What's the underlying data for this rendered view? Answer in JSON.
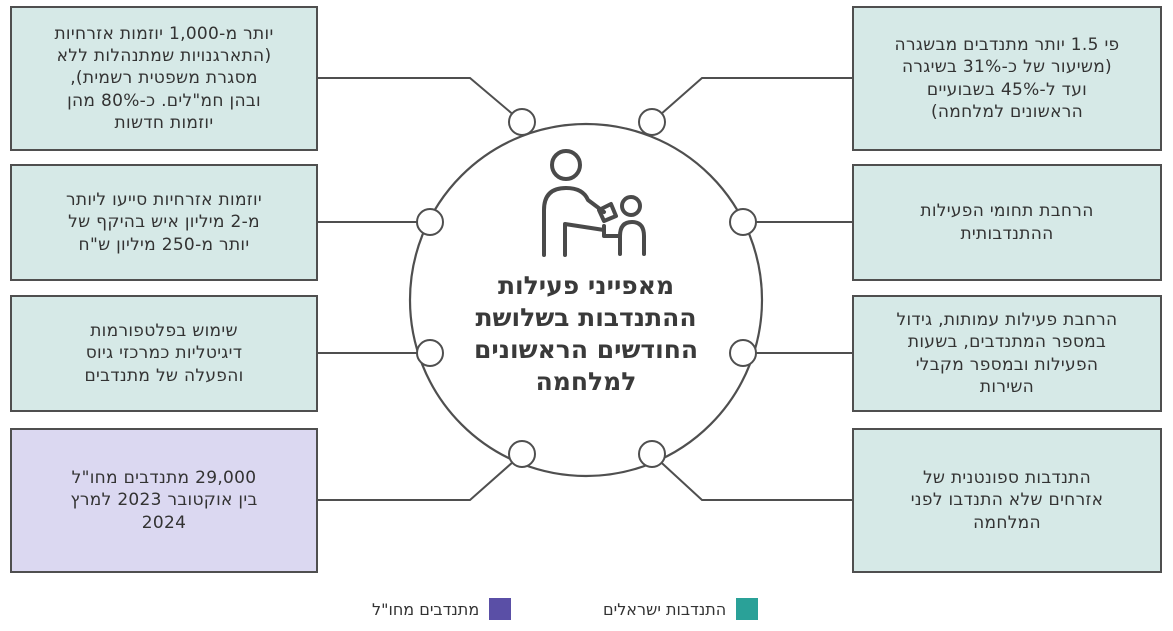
{
  "colors": {
    "israeli": "#2aa198",
    "abroad": "#5a4fa6",
    "israeli_box": "#d6e9e7",
    "abroad_box": "#dbd8f1",
    "line": "#4f4f4f"
  },
  "center": {
    "icon": "adult-helping-child-icon",
    "title": "מאפייני פעילות\nההתנדבות בשלושת\nהחודשים הראשונים\nלמלחמה"
  },
  "boxes": {
    "left": [
      {
        "text": "יותר מ-1,000 יוזמות אזרחיות\n(התארגנויות שמתנהלות ללא\nמסגרת משפטית רשמית),\nובהן חמ\"לים. כ-80% מהן\nיוזמות חדשות",
        "category": "israeli"
      },
      {
        "text": "יוזמות אזרחיות סייעו ליותר\nמ-2 מיליון איש בהיקף של\nיותר מ-250 מיליון ש\"ח",
        "category": "israeli"
      },
      {
        "text": "שימוש בפלטפורמות\nדיגיטליות כמרכזי גיוס\nוהפעלה של מתנדבים",
        "category": "israeli"
      },
      {
        "text": "29,000 מתנדבים מחו\"ל\nבין אוקטובר 2023 למרץ\n2024",
        "category": "abroad"
      }
    ],
    "right": [
      {
        "text": "פי 1.5 יותר מתנדבים מבשגרה\n(משיעור של כ-31% בשיגרה\nועד ל-45% בשבועיים\nהראשונים למלחמה)",
        "category": "israeli"
      },
      {
        "text": "הרחבת תחומי הפעילות\nההתנדבותית",
        "category": "israeli"
      },
      {
        "text": "הרחבת פעילות עמותות, גידול\nבמספר המתנדבים, בשעות\nהפעילות ובמספר מקבלי\nהשירות",
        "category": "israeli"
      },
      {
        "text": "התנדבות ספונטנית של\nאזרחים שלא התנדבו לפני\nהמלחמה",
        "category": "israeli"
      }
    ]
  },
  "legend": {
    "israeli_label": "התנדבות ישראלים",
    "abroad_label": "מתנדבים מחו\"ל"
  }
}
